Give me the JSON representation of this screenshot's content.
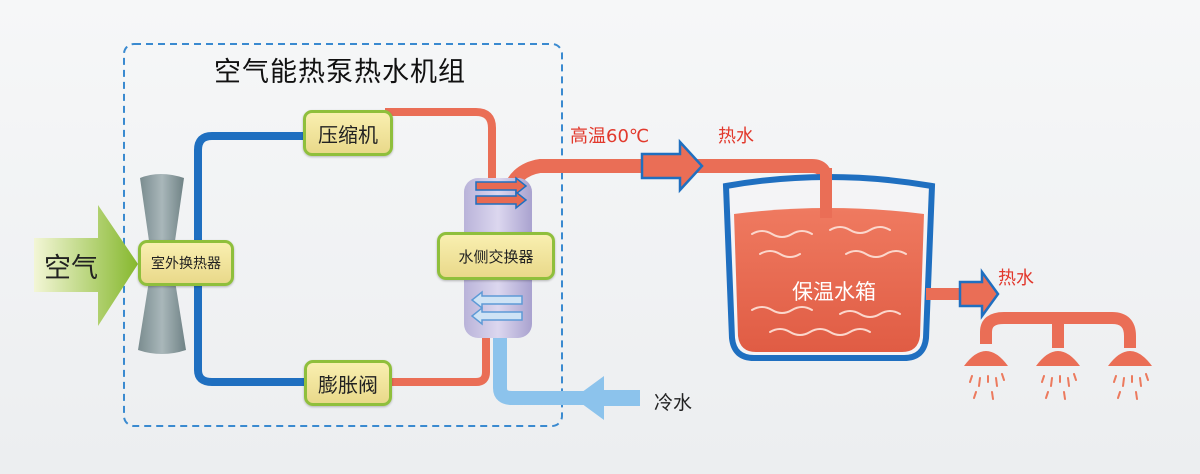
{
  "unit_title": "空气能热泵热水机组",
  "air_label": "空气",
  "components": {
    "compressor": "压缩机",
    "outdoor_exchanger": "室外换热器",
    "water_exchanger": "水侧交换器",
    "expansion_valve": "膨胀阀"
  },
  "pipe_labels": {
    "high_temp": "高温60℃",
    "hot_water_1": "热水",
    "hot_water_2": "热水",
    "cold_water": "冷水"
  },
  "tank_label": "保温水箱",
  "colors": {
    "hot_pipe": "#ea6e56",
    "cold_pipe": "#1f6fc0",
    "cold_water_pipe": "#8cc3ec",
    "box_border": "#8fbf3c",
    "dashed_border": "#3a8ad0",
    "text_red": "#e2392d"
  },
  "icons": [
    "air-arrow-icon",
    "fan-blade-icon",
    "flow-arrow-icon",
    "shower-head-icon"
  ]
}
